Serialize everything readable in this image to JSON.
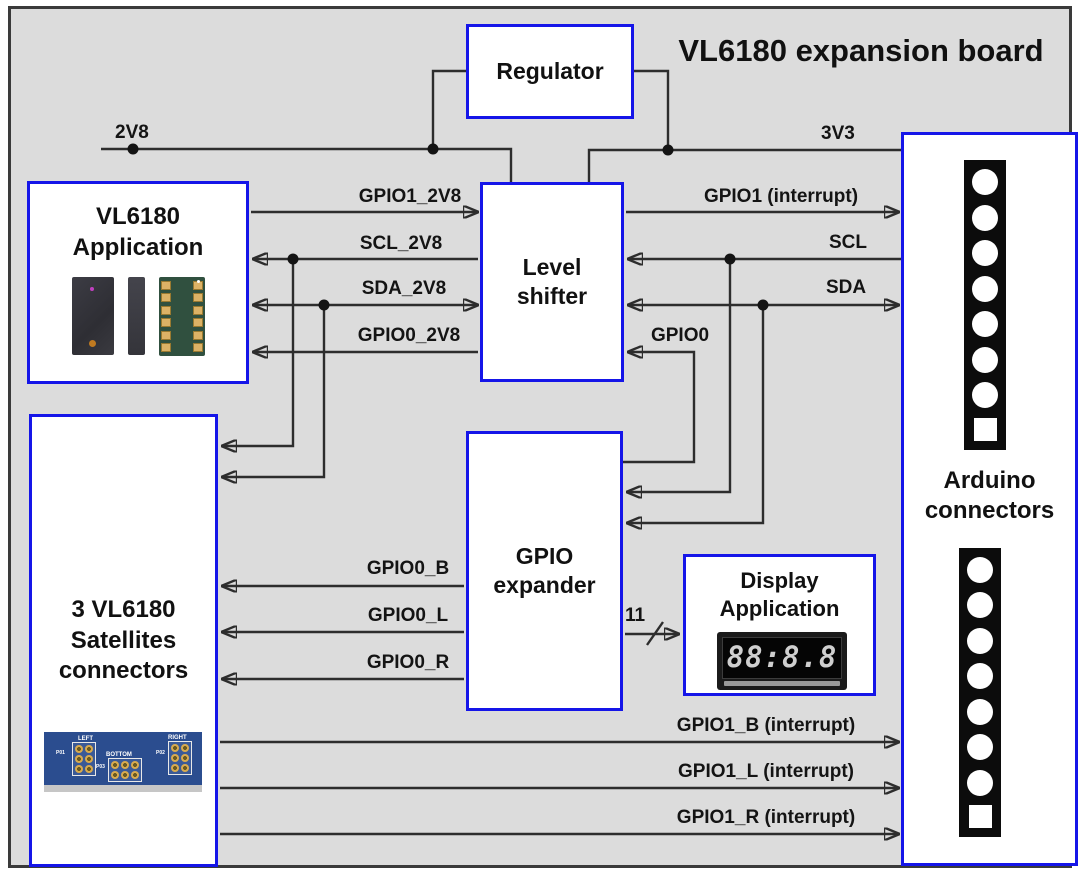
{
  "title": "VL6180 expansion board",
  "boxes": {
    "regulator": {
      "lines": [
        "Regulator"
      ]
    },
    "vl6180_application": {
      "lines": [
        "VL6180",
        "Application"
      ]
    },
    "level_shifter": {
      "lines": [
        "Level",
        "shifter"
      ]
    },
    "gpio_expander": {
      "lines": [
        "GPIO",
        "expander"
      ]
    },
    "display_application": {
      "lines": [
        "Display",
        "Application"
      ],
      "display_digits": "88:8.8"
    },
    "satellites": {
      "lines": [
        "3 VL6180",
        "Satellites",
        "connectors"
      ],
      "pcb": {
        "left": "LEFT",
        "bottom": "BOTTOM",
        "right": "RIGHT",
        "p01": "P01",
        "p03": "P03",
        "p02": "P02"
      }
    },
    "arduino": {
      "lines": [
        "Arduino",
        "connectors"
      ]
    }
  },
  "signals": {
    "v2v8": "2V8",
    "v3v3": "3V3",
    "gpio1_2v8": "GPIO1_2V8",
    "gpio1_int": "GPIO1 (interrupt)",
    "scl_2v8": "SCL_2V8",
    "scl": "SCL",
    "sda_2v8": "SDA_2V8",
    "sda": "SDA",
    "gpio0_2v8": "GPIO0_2V8",
    "gpio0": "GPIO0",
    "gpio0_b": "GPIO0_B",
    "gpio0_l": "GPIO0_L",
    "gpio0_r": "GPIO0_R",
    "bus_width": "11",
    "gpio1_b_int": "GPIO1_B (interrupt)",
    "gpio1_l_int": "GPIO1_L (interrupt)",
    "gpio1_r_int": "GPIO1_R (interrupt)"
  },
  "colors": {
    "background": "#dcdcdc",
    "box_border": "#1515e8",
    "wire": "#2d2d2d",
    "text": "#111111"
  }
}
